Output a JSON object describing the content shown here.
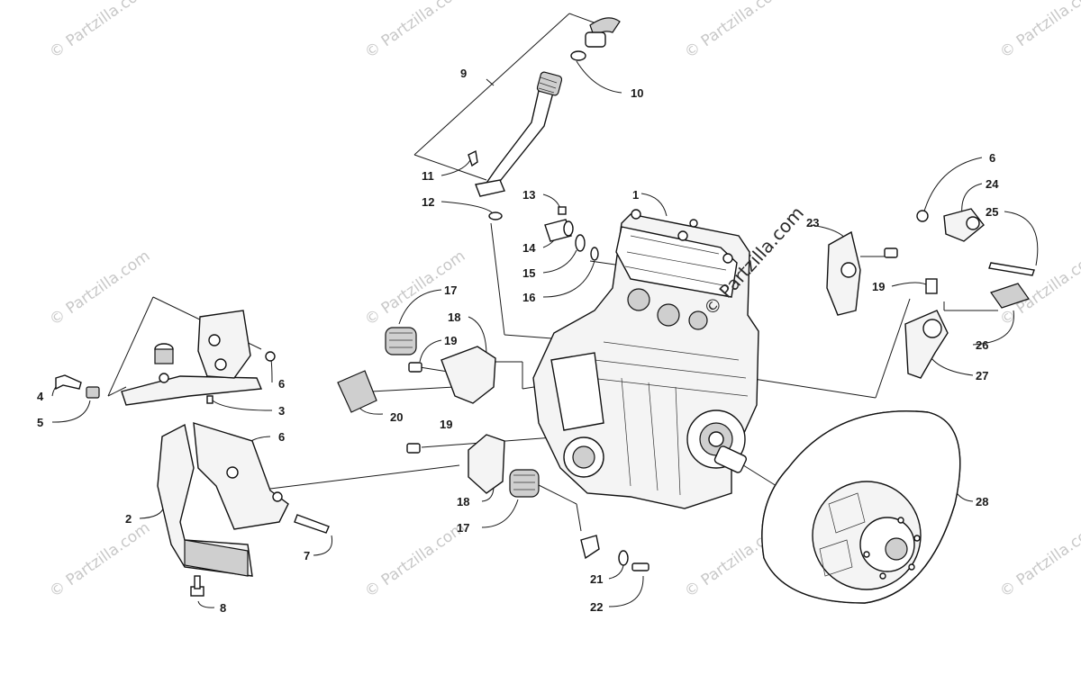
{
  "watermark": {
    "small_text": "© Partzilla.com",
    "center_text": "© Partzilla.com"
  },
  "callouts": [
    {
      "id": "c1",
      "label": "1"
    },
    {
      "id": "c2",
      "label": "2"
    },
    {
      "id": "c3",
      "label": "3"
    },
    {
      "id": "c4",
      "label": "4"
    },
    {
      "id": "c5",
      "label": "5"
    },
    {
      "id": "c6a",
      "label": "6"
    },
    {
      "id": "c6b",
      "label": "6"
    },
    {
      "id": "c6c",
      "label": "6"
    },
    {
      "id": "c7",
      "label": "7"
    },
    {
      "id": "c8",
      "label": "8"
    },
    {
      "id": "c9",
      "label": "9"
    },
    {
      "id": "c10",
      "label": "10"
    },
    {
      "id": "c11",
      "label": "11"
    },
    {
      "id": "c12",
      "label": "12"
    },
    {
      "id": "c13",
      "label": "13"
    },
    {
      "id": "c14",
      "label": "14"
    },
    {
      "id": "c15",
      "label": "15"
    },
    {
      "id": "c16",
      "label": "16"
    },
    {
      "id": "c17a",
      "label": "17"
    },
    {
      "id": "c17b",
      "label": "17"
    },
    {
      "id": "c18a",
      "label": "18"
    },
    {
      "id": "c18b",
      "label": "18"
    },
    {
      "id": "c19a",
      "label": "19"
    },
    {
      "id": "c19b",
      "label": "19"
    },
    {
      "id": "c19c",
      "label": "19"
    },
    {
      "id": "c20",
      "label": "20"
    },
    {
      "id": "c21",
      "label": "21"
    },
    {
      "id": "c22",
      "label": "22"
    },
    {
      "id": "c23",
      "label": "23"
    },
    {
      "id": "c24",
      "label": "24"
    },
    {
      "id": "c25",
      "label": "25"
    },
    {
      "id": "c26",
      "label": "26"
    },
    {
      "id": "c27",
      "label": "27"
    },
    {
      "id": "c28",
      "label": "28"
    }
  ]
}
